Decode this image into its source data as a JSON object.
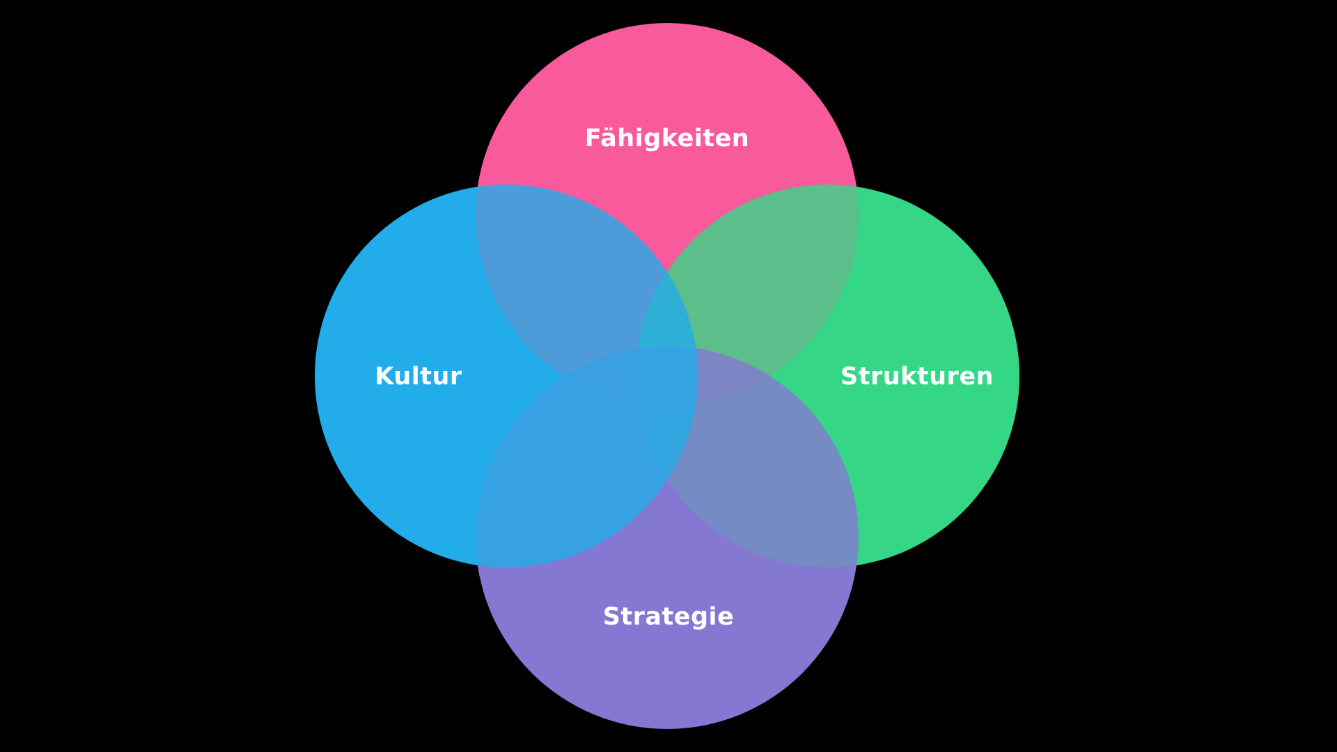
{
  "diagram": {
    "type": "venn-4-circle",
    "background_color": "#000000",
    "label_color": "#ffffff",
    "circles": {
      "top": {
        "label": "Fähigkeiten",
        "color": "#F85A9B"
      },
      "left": {
        "label": "Kultur",
        "color": "#22ACE9"
      },
      "right": {
        "label": "Strukturen",
        "color": "#35D787"
      },
      "bottom": {
        "label": "Strategie",
        "color": "#8478D2"
      }
    },
    "overlap_colors": {
      "top_right": "#5CBE8B",
      "right_bottom": "#748BC3",
      "top_right_bottom": "#7C86C4",
      "top_left": "#4D9CD9",
      "left_right": "#26B5D5",
      "top_left_right": "#2EB0D6",
      "left_bottom": "#36A2E4",
      "top_left_bottom": "#3AA0E2",
      "left_right_bottom": "#32A5E1",
      "center_all": "#34A4E2"
    }
  }
}
